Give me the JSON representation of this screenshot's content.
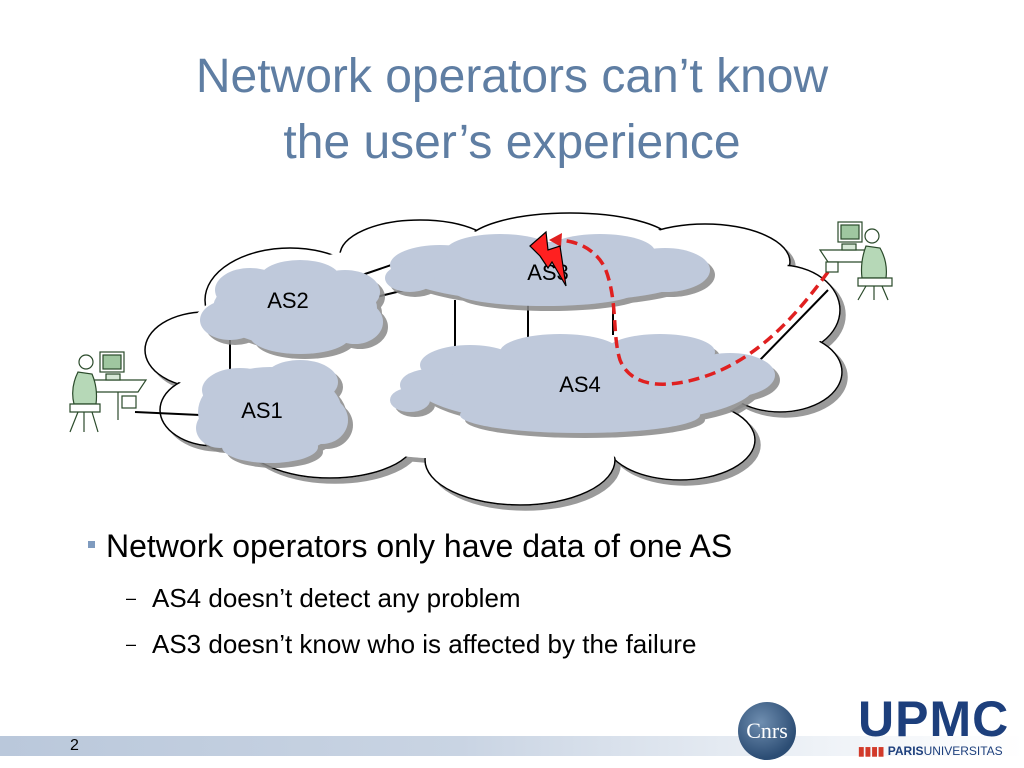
{
  "slide": {
    "title_line1": "Network operators can’t know",
    "title_line2": "the user’s experience",
    "page_number": "2"
  },
  "diagram": {
    "as_labels": {
      "as1": "AS1",
      "as2": "AS2",
      "as3": "AS3",
      "as4": "AS4"
    },
    "failure_icon": "lightning-bolt-icon",
    "path_color": "#e02020",
    "cloud_fill": "#bfc9db",
    "big_cloud_fill": "#ffffff",
    "computer_user_icon": "computer-user-icon"
  },
  "bullets": {
    "main": "Network operators only have data of one AS",
    "sub1": "AS4 doesn’t detect any problem",
    "sub2": "AS3 doesn’t know who is affected by the failure",
    "dash": "–"
  },
  "logos": {
    "cnrs": "Cnrs",
    "upmc": "UPMC",
    "paris": "PARIS",
    "universitas": "UNIVERSITAS",
    "upmc_bars": "▮▮▮▮"
  }
}
